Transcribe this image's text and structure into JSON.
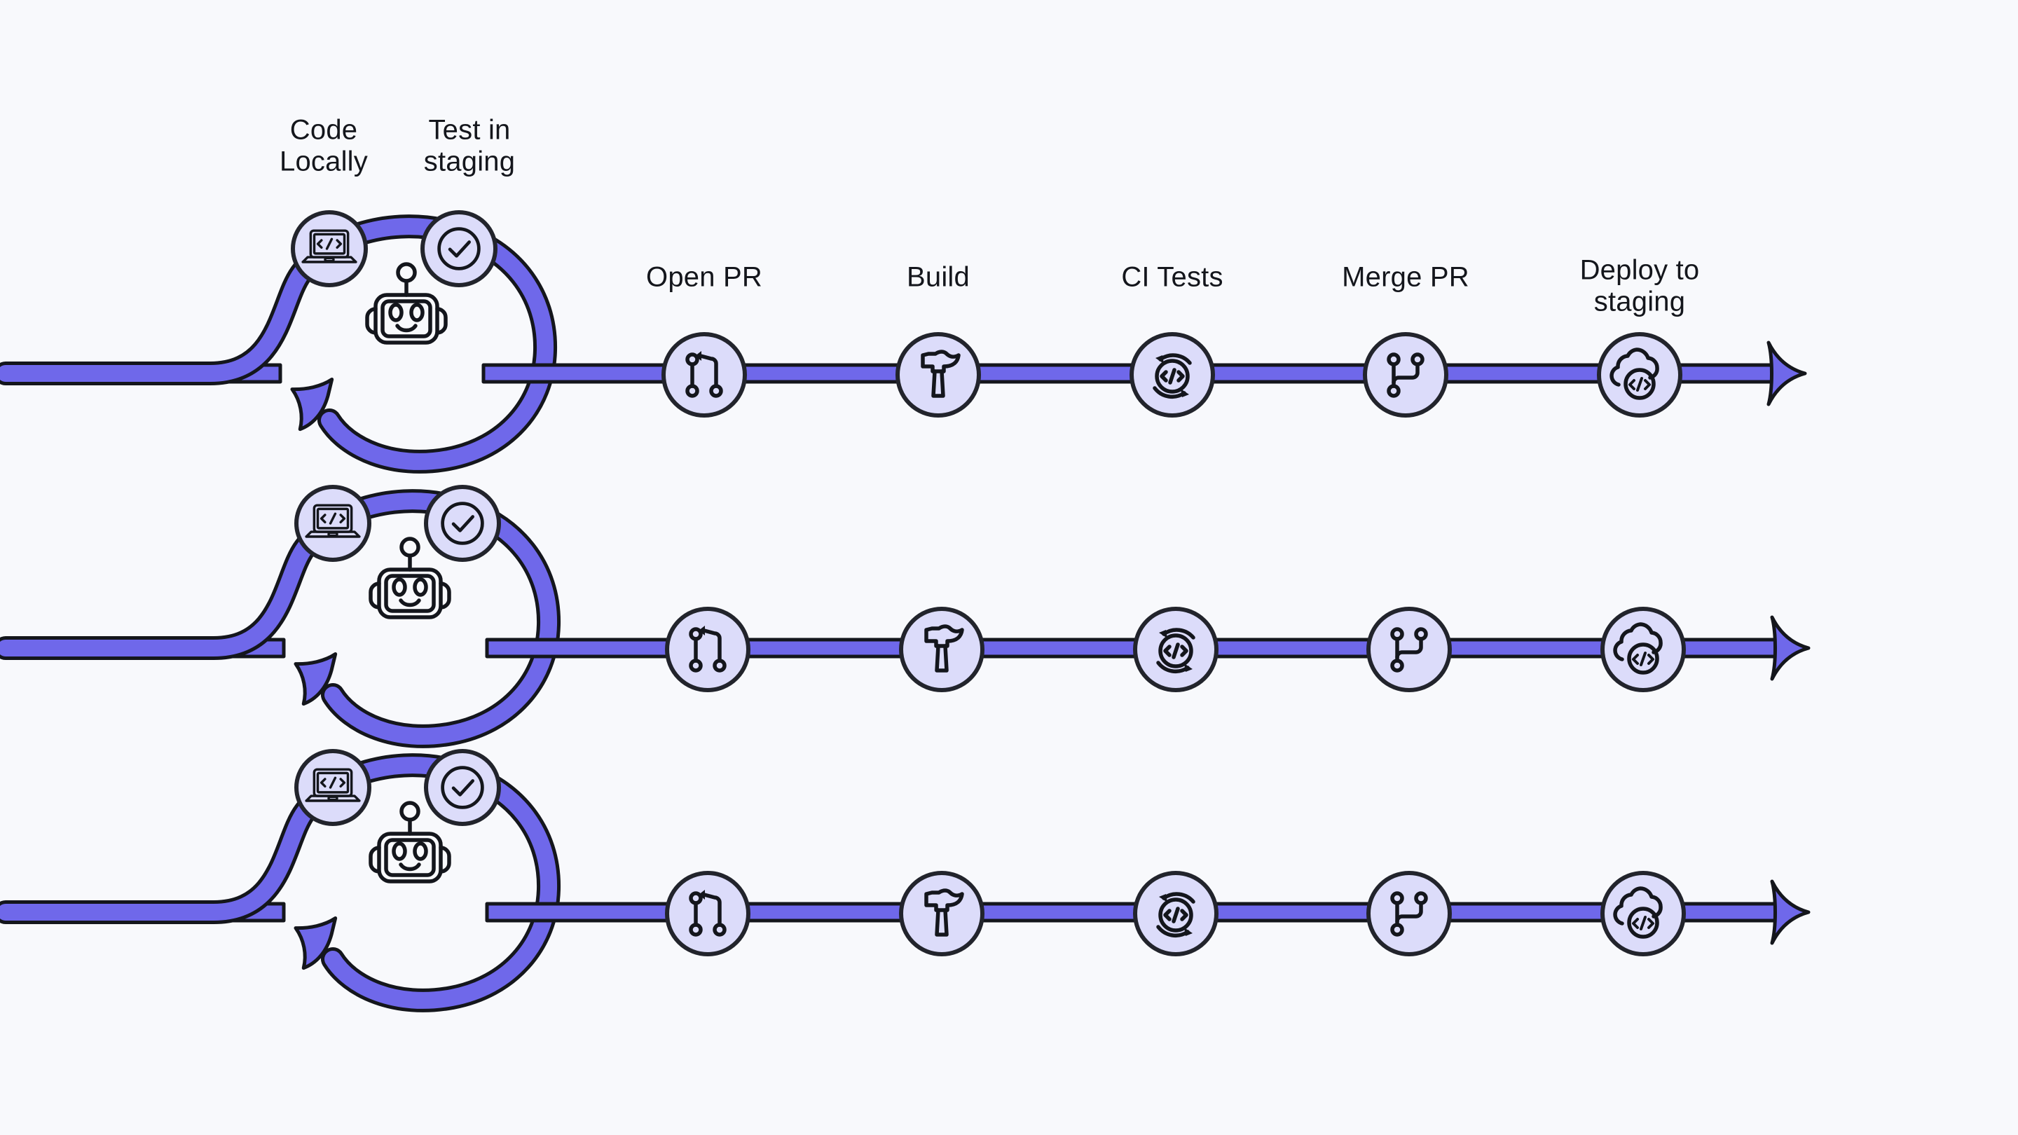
{
  "diagram": {
    "title": "Development pipeline with local code-and-test loop",
    "background_color": "#f8f9fc",
    "accent_color": "#6f68ea",
    "node_fill_color": "#dcdcfa",
    "stroke_color": "#14161c"
  },
  "loop": {
    "nodes": [
      {
        "id": "code-locally",
        "label": "Code\nLocally",
        "label_line1": "Code",
        "label_line2": "Locally",
        "icon": "laptop-code-icon"
      },
      {
        "id": "test-in-staging",
        "label": "Test in\nstaging",
        "label_line1": "Test in",
        "label_line2": "staging",
        "icon": "check-circle-icon"
      }
    ],
    "center_icon": "robot-icon",
    "direction": "counter-clockwise"
  },
  "pipeline": {
    "stages": [
      {
        "id": "open-pr",
        "label": "Open PR",
        "label_line1": "Open PR",
        "label_line2": "",
        "icon": "git-pull-request-icon"
      },
      {
        "id": "build",
        "label": "Build",
        "label_line1": "Build",
        "label_line2": "",
        "icon": "hammer-icon"
      },
      {
        "id": "ci-tests",
        "label": "CI Tests",
        "label_line1": "CI Tests",
        "label_line2": "",
        "icon": "code-refresh-icon"
      },
      {
        "id": "merge-pr",
        "label": "Merge PR",
        "label_line1": "Merge PR",
        "label_line2": "",
        "icon": "git-merge-icon"
      },
      {
        "id": "deploy-staging",
        "label": "Deploy to staging",
        "label_line1": "Deploy to",
        "label_line2": "staging",
        "icon": "cloud-code-icon"
      }
    ]
  },
  "rows": [
    {
      "id": "row-1",
      "labels_visible": true
    },
    {
      "id": "row-2",
      "labels_visible": false
    },
    {
      "id": "row-3",
      "labels_visible": false
    }
  ]
}
